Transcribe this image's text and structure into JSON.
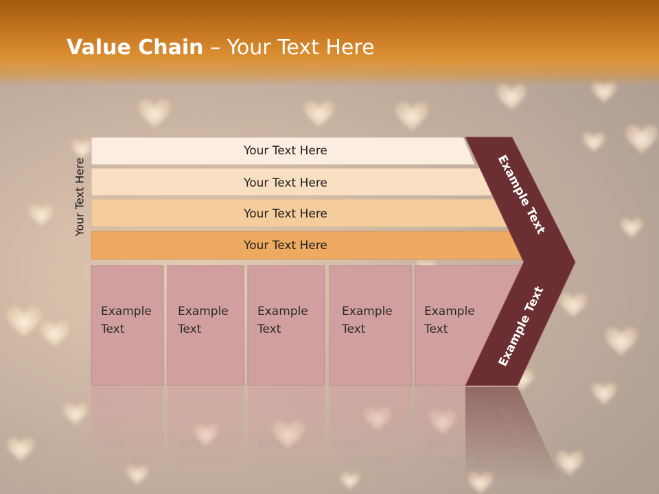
{
  "slide": {
    "title_bold": "Value Chain",
    "title_rest": " – Your Text Here",
    "side_label": "Your Text Here"
  },
  "bars": [
    {
      "label": "Your Text Here",
      "color": "#fbeee0"
    },
    {
      "label": "Your Text Here",
      "color": "#f9dfc2"
    },
    {
      "label": "Your Text Here",
      "color": "#f5cc9c"
    },
    {
      "label": "Your Text Here",
      "color": "#eeaa60"
    }
  ],
  "boxes": [
    {
      "line1": "Example",
      "line2": "Text"
    },
    {
      "line1": "Example",
      "line2": "Text"
    },
    {
      "line1": "Example",
      "line2": "Text"
    },
    {
      "line1": "Example",
      "line2": "Text"
    },
    {
      "line1": "Example",
      "line2": "Text"
    }
  ],
  "arrow": {
    "upper_label": "Example Text",
    "lower_label": "Example Text",
    "color": "#6b2f33"
  },
  "colors": {
    "title_bar": "#c4741e",
    "box_fill": "#d19fa0",
    "box_stroke": "#b98b8a"
  }
}
